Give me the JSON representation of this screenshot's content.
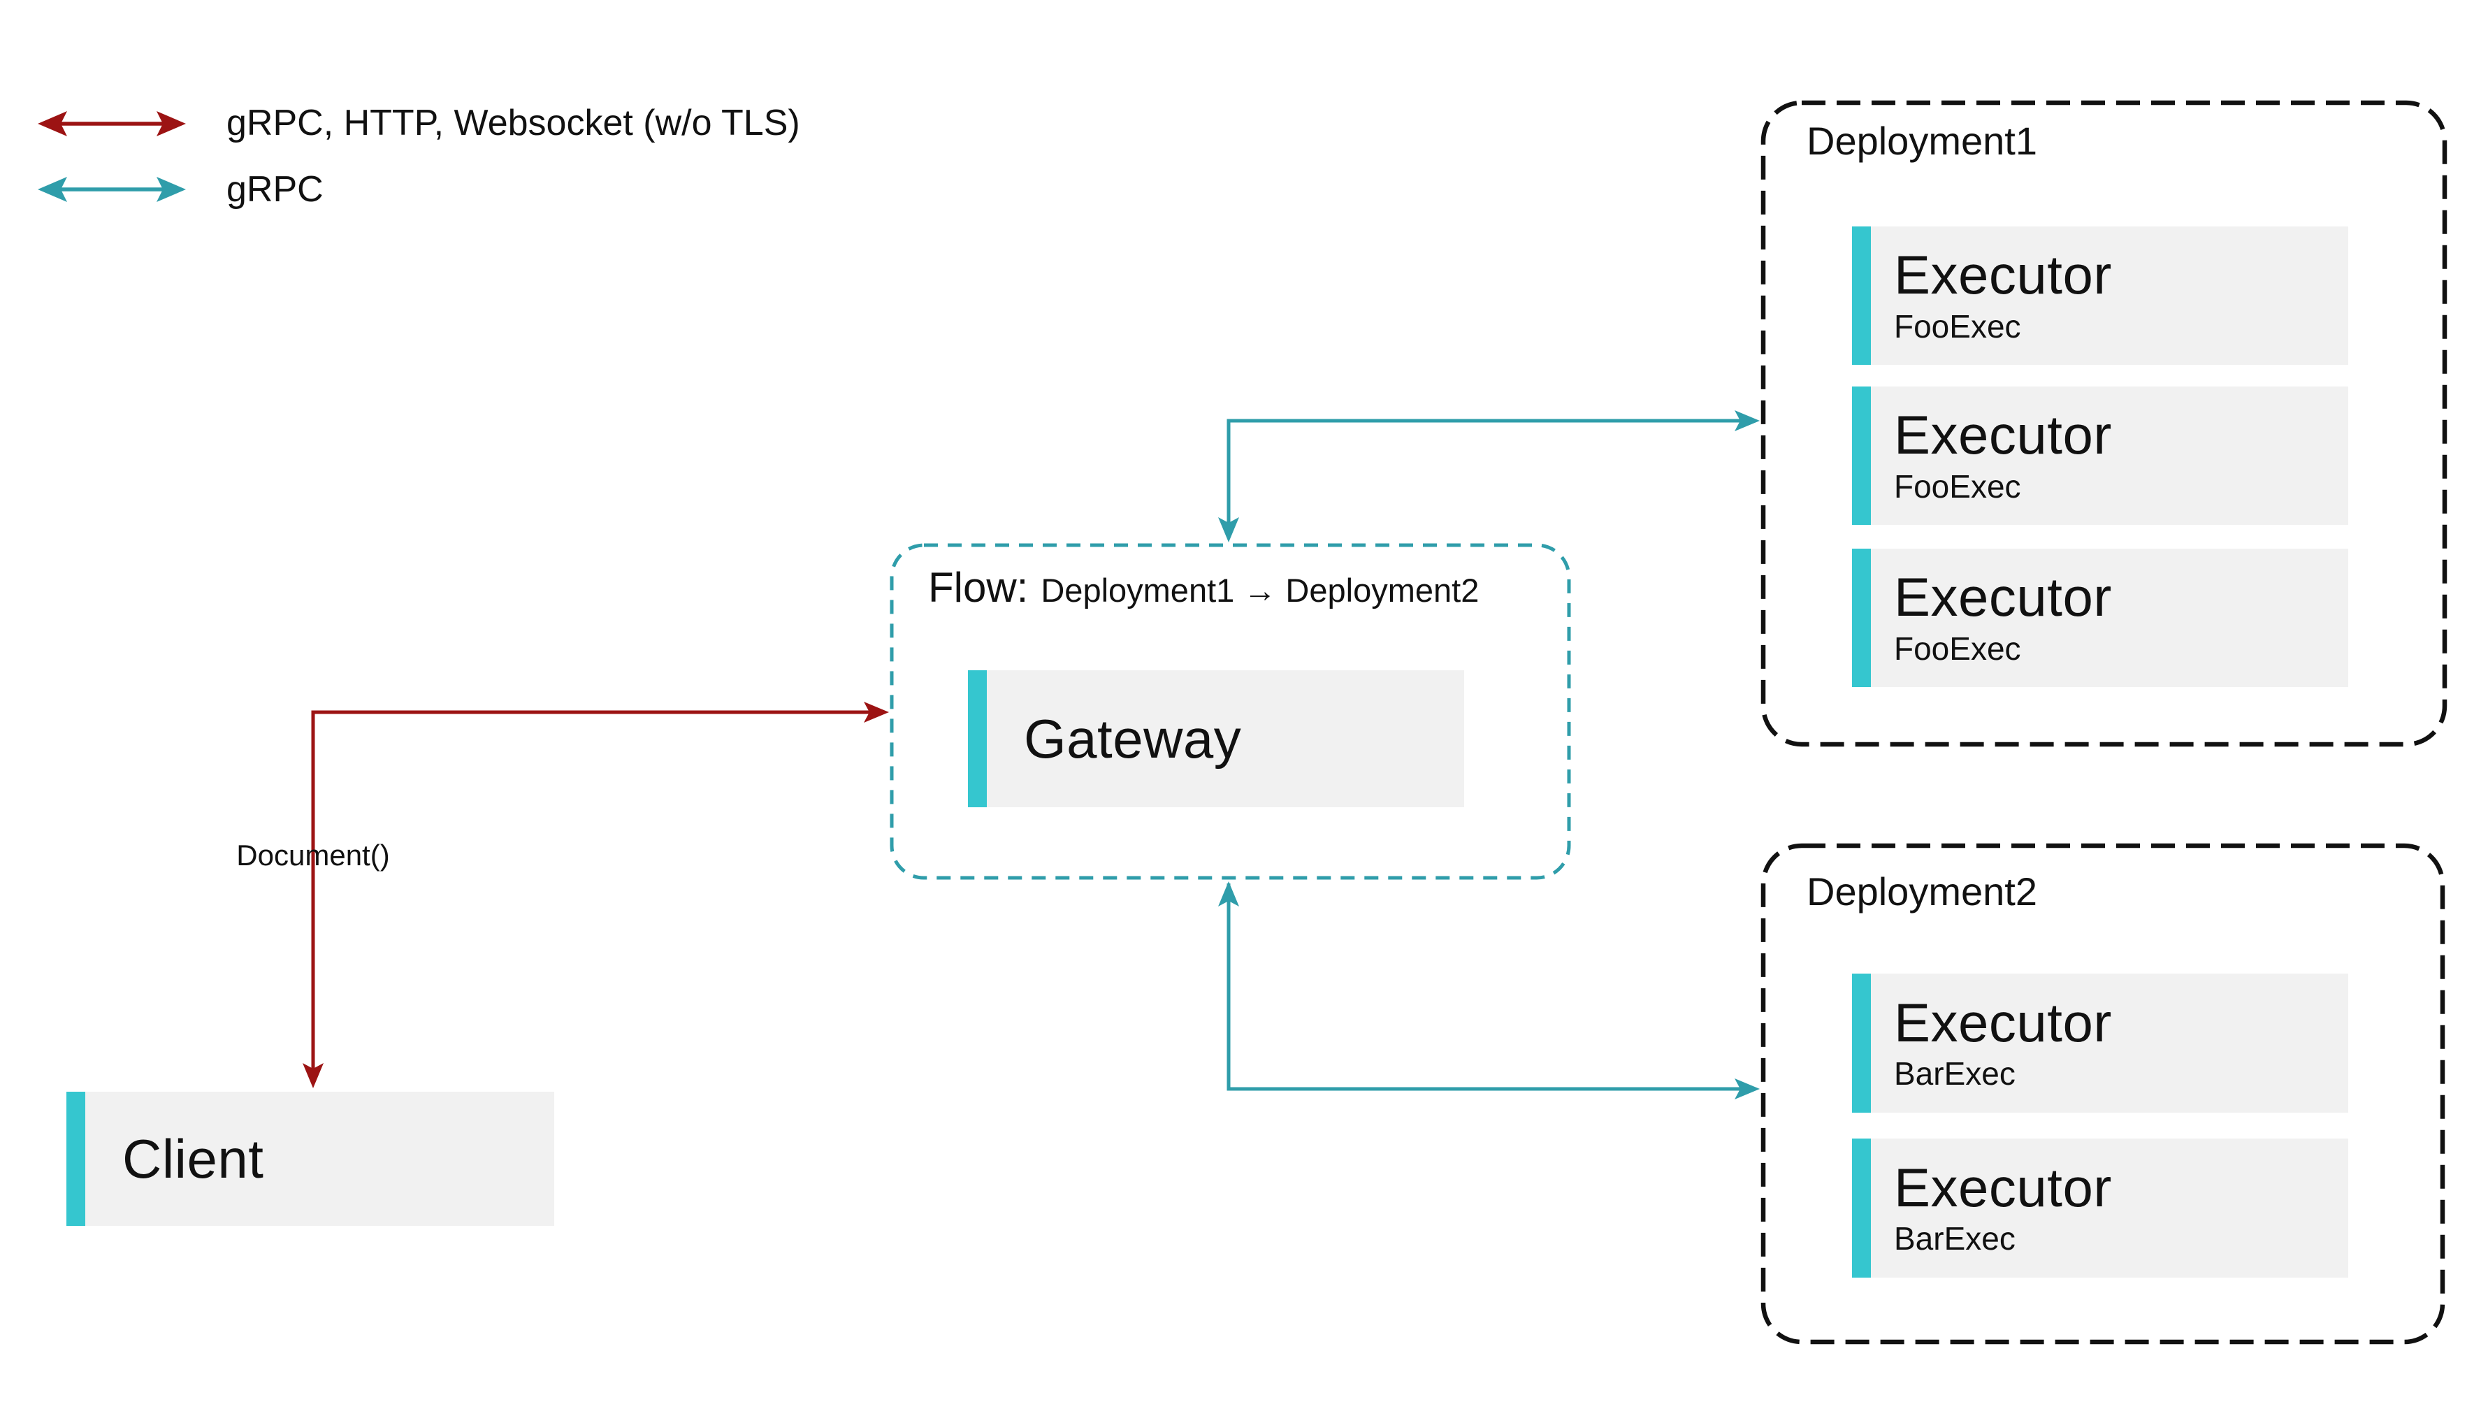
{
  "colors": {
    "red_line": "#9c1313",
    "teal_line": "#2f9daa",
    "teal_accent": "#35c6cf",
    "card_bg": "#f1f1f1",
    "ink": "#111111",
    "dash_black": "#111111",
    "canvas_bg": "#ffffff"
  },
  "legend": {
    "items": [
      {
        "icon": "bidirectional-arrow",
        "color": "#9c1313",
        "label": "gRPC, HTTP, Websocket (w/o TLS)"
      },
      {
        "icon": "bidirectional-arrow",
        "color": "#2f9daa",
        "label": "gRPC"
      }
    ]
  },
  "client": {
    "title": "Client"
  },
  "flow": {
    "title_prefix": "Flow:",
    "title_detail": "Deployment1 → Deployment2",
    "gateway": {
      "title": "Gateway"
    }
  },
  "deployments": [
    {
      "title": "Deployment1",
      "executors": [
        {
          "title": "Executor",
          "subtitle": "FooExec"
        },
        {
          "title": "Executor",
          "subtitle": "FooExec"
        },
        {
          "title": "Executor",
          "subtitle": "FooExec"
        }
      ]
    },
    {
      "title": "Deployment2",
      "executors": [
        {
          "title": "Executor",
          "subtitle": "BarExec"
        },
        {
          "title": "Executor",
          "subtitle": "BarExec"
        }
      ]
    }
  ],
  "connections": [
    {
      "from": "client",
      "to": "gateway",
      "label": "Document()",
      "protocol": "gRPC, HTTP, Websocket (w/o TLS)"
    },
    {
      "from": "gateway",
      "to": "deployment1",
      "label": "",
      "protocol": "gRPC"
    },
    {
      "from": "gateway",
      "to": "deployment2",
      "label": "",
      "protocol": "gRPC"
    }
  ]
}
